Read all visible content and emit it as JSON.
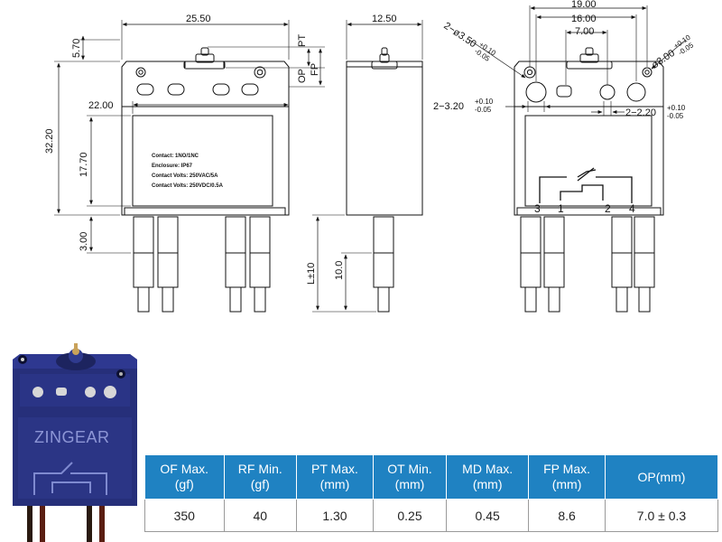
{
  "dimensions": {
    "width": "25.50",
    "top_gap": "5.70",
    "pt": "PT",
    "op": "OP",
    "fp": "FP",
    "inner_width": "22.00",
    "height": "32.20",
    "body_height": "17.70",
    "base_height": "3.00",
    "side_width": "12.50",
    "lead_tolerance": "L±10",
    "lead_length": "10.0",
    "pitch_outer": "19.00",
    "pitch_mid": "16.00",
    "pitch_inner": "7.00",
    "hole_large": "2−ø3.50",
    "hole_large_tol_plus": "+0.10",
    "hole_large_tol_minus": "-0.05",
    "hole_small": "ø3.00",
    "hole_small_tol_plus": "+0.10",
    "hole_small_tol_minus": "-0.05",
    "slot_left": "2−3.20",
    "slot_left_tol_plus": "+0.10",
    "slot_left_tol_minus": "-0.05",
    "slot_right": "2−2.20",
    "slot_right_tol_plus": "+0.10",
    "slot_right_tol_minus": "-0.05"
  },
  "label_plate": {
    "line1": "Contact: 1NO/1NC",
    "line2": "Enclosure: IP67",
    "line3": "Contact Volts: 250VAC/5A",
    "line4": "Contact Volts: 250VDC/0.5A"
  },
  "pins": [
    "3",
    "1",
    "2",
    "4"
  ],
  "photo": {
    "brand": "ZINGEAR"
  },
  "specs": {
    "headers": [
      [
        "OF Max.",
        "(gf)"
      ],
      [
        "RF Min.",
        "(gf)"
      ],
      [
        "PT Max.",
        "(mm)"
      ],
      [
        "OT Min.",
        "(mm)"
      ],
      [
        "MD Max.",
        "(mm)"
      ],
      [
        "FP Max.",
        "(mm)"
      ],
      [
        "OP(mm)",
        ""
      ]
    ],
    "values": [
      "350",
      "40",
      "1.30",
      "0.25",
      "0.45",
      "8.6",
      "7.0 ± 0.3"
    ]
  },
  "colors": {
    "header_bg": "#1f82c2",
    "body_blue": "#262f7a",
    "line": "#111111"
  }
}
